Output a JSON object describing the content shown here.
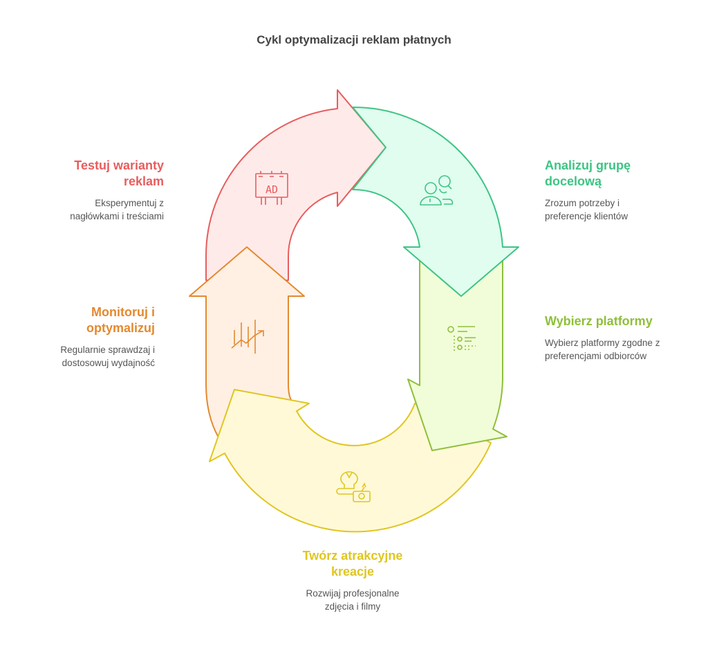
{
  "title": "Cykl optymalizacji reklam płatnych",
  "colors": {
    "red": "#e85d5d",
    "orange": "#e4892f",
    "yellow": "#e0c620",
    "lime": "#8fbf3a",
    "green": "#3ec484"
  },
  "steps": [
    {
      "title_lines": [
        "Testuj warianty",
        "reklam"
      ],
      "desc_lines": [
        "Eksperymentuj z",
        "nagłówkami i treściami"
      ],
      "icon": "billboard-ad-icon"
    },
    {
      "title_lines": [
        "Analizuj grupę",
        "docelową"
      ],
      "desc_lines": [
        "Zrozum potrzeby i",
        "preferencje klientów"
      ],
      "icon": "people-search-icon"
    },
    {
      "title_lines": [
        "Wybierz platformy"
      ],
      "desc_lines": [
        "Wybierz platformy zgodne z",
        "preferencjami odbiorców"
      ],
      "icon": "list-options-icon"
    },
    {
      "title_lines": [
        "Twórz atrakcyjne",
        "kreacje"
      ],
      "desc_lines": [
        "Rozwijaj profesjonalne",
        "zdjęcia i filmy"
      ],
      "icon": "creative-camera-icon"
    },
    {
      "title_lines": [
        "Monitoruj i",
        "optymalizuj"
      ],
      "desc_lines": [
        "Regularnie sprawdzaj i",
        "dostosowuj wydajność"
      ],
      "icon": "chart-growth-icon"
    }
  ]
}
